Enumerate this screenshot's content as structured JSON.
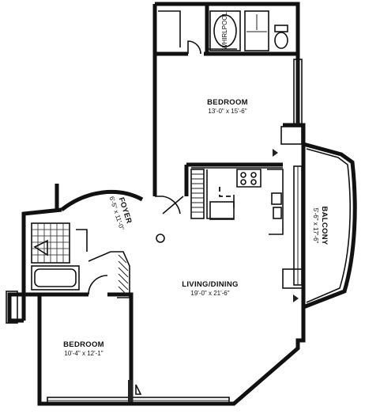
{
  "rooms": {
    "bedroom_1": {
      "name": "BEDROOM",
      "dims": "13'-0\" x 15'-6\""
    },
    "foyer": {
      "name": "FOYER",
      "dims": "6'-5\" x 11'-0\""
    },
    "balcony": {
      "name": "BALCONY",
      "dims": "5'-6\" x 17'-6\""
    },
    "living_dining": {
      "name": "LIVING/DINING",
      "dims": "19'-0\" x 21'-6\""
    },
    "bedroom_2": {
      "name": "BEDROOM",
      "dims": "10'-4\" x 12'-1\""
    }
  },
  "fixtures": {
    "whirlpool": "WHIRLPOOL"
  }
}
